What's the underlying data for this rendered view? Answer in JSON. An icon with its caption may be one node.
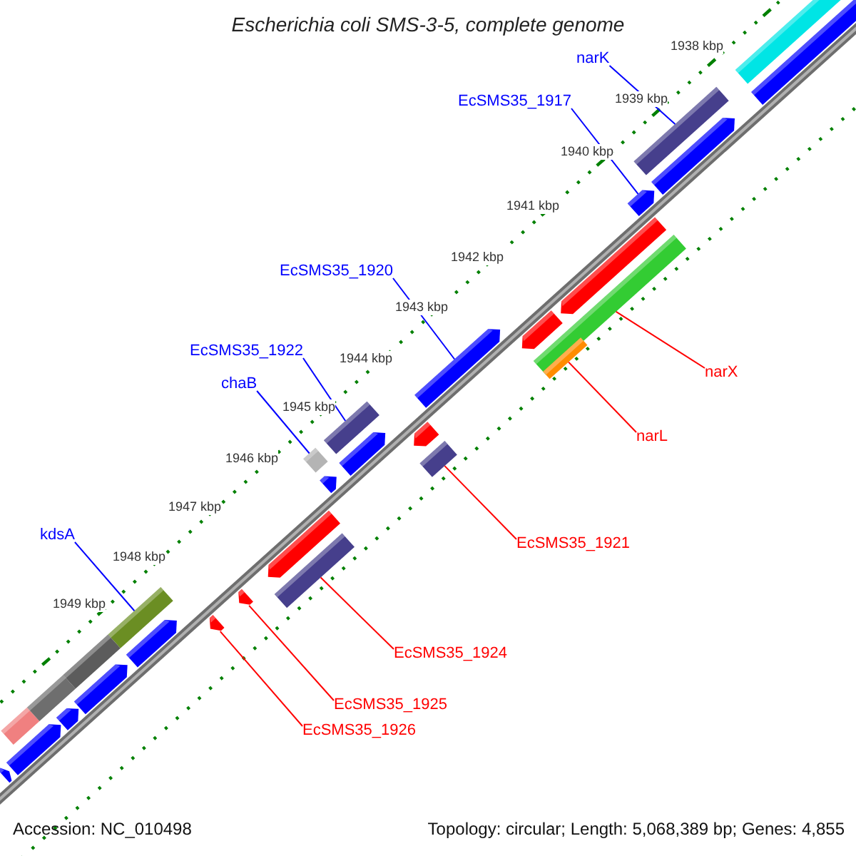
{
  "diagram": {
    "title": "Escherichia coli SMS-3-5, complete genome",
    "nodes": [
      {
        "text": [
          "narK"
        ]
      },
      {
        "text": [],
        "shape": "bar"
      },
      {
        "text": [
          "EcSMS35_1917"
        ]
      },
      {
        "text": [],
        "shape": "bar"
      },
      {
        "text": [
          "EcSMS35_1920"
        ]
      },
      {
        "text": [],
        "shape": "bar"
      },
      {
        "text": [
          "narX"
        ]
      },
      {
        "text": [],
        "shape": "bar"
      },
      {
        "text": [
          "EcSMS35_1922"
        ]
      },
      {
        "text": [],
        "shape": "bar"
      },
      {
        "text": [
          "chaB"
        ]
      },
      {
        "text": [],
        "shape": "bar"
      },
      {
        "text": [
          "narL"
        ]
      },
      {
        "text": [],
        "shape": "bar"
      },
      {
        "text": [
          "EcSMS35_1921"
        ]
      },
      {
        "text": [],
        "shape": "bar"
      },
      {
        "text": [
          "kdsA"
        ]
      },
      {
        "text": [],
        "shape": "bar"
      },
      {
        "text": [
          "EcSMS35_1924"
        ]
      },
      {
        "text": [],
        "shape": "bar"
      },
      {
        "text": [
          "EcSMS35_1925"
        ]
      },
      {
        "text": [],
        "shape": "bar"
      },
      {
        "text": [
          "EcSMS35_1926"
        ]
      },
      {
        "text": [],
        "shape": "bar"
      },
      {
        "text": [],
        "shape": "bar"
      },
      {
        "text": [],
        "shape": "bar"
      },
      {
        "text": [],
        "shape": "bar"
      },
      {
        "text": [],
        "shape": "bar"
      },
      {
        "text": [],
        "shape": "bar"
      },
      {
        "text": [],
        "shape": "bar"
      },
      {
        "text": [],
        "shape": "bar"
      },
      {
        "text": [],
        "shape": "bar"
      },
      {
        "text": [],
        "shape": "bar"
      },
      {
        "text": [],
        "shape": "bar"
      },
      {
        "text": [],
        "shape": "bar"
      },
      {
        "text": [],
        "shape": "bar"
      },
      {
        "text": [],
        "shape": "bar"
      },
      {
        "text": [],
        "shape": "bar"
      },
      {
        "text": [],
        "shape": "bar"
      },
      {
        "text": [],
        "shape": "bar"
      },
      {
        "text": [],
        "shape": "bar"
      }
    ],
    "edges": [
      {
        "from": 0,
        "to": 1,
        "arrow": "none"
      },
      {
        "from": 2,
        "to": 3,
        "arrow": "none"
      },
      {
        "from": 4,
        "to": 5,
        "arrow": "none"
      },
      {
        "from": 6,
        "to": 7,
        "arrow": "none",
        "color": "#ff0000"
      },
      {
        "from": 8,
        "to": 9,
        "arrow": "none"
      },
      {
        "from": 10,
        "to": 11,
        "arrow": "none"
      },
      {
        "from": 12,
        "to": 13,
        "arrow": "none",
        "color": "#ff0000"
      },
      {
        "from": 14,
        "to": 15,
        "arrow": "none",
        "color": "#ff0000"
      },
      {
        "from": 16,
        "to": 17,
        "arrow": "none"
      },
      {
        "from": 18,
        "to": 19,
        "arrow": "none",
        "color": "#ff0000"
      },
      {
        "from": 20,
        "to": 21,
        "arrow": "none",
        "color": "#ff0000"
      },
      {
        "from": 22,
        "to": 23,
        "arrow": "none",
        "color": "#ff0000"
      }
    ],
    "labels": [
      "1938 kbp",
      "1939 kbp",
      "1940 kbp",
      "1941 kbp",
      "1942 kbp",
      "1943 kbp",
      "1944 kbp",
      "1945 kbp",
      "1946 kbp",
      "1947 kbp",
      "1948 kbp",
      "1949 kbp",
      "Accession: NC_010498",
      "Topology: circular; Length: 5,068,389 bp; Genes: 4,855"
    ]
  }
}
